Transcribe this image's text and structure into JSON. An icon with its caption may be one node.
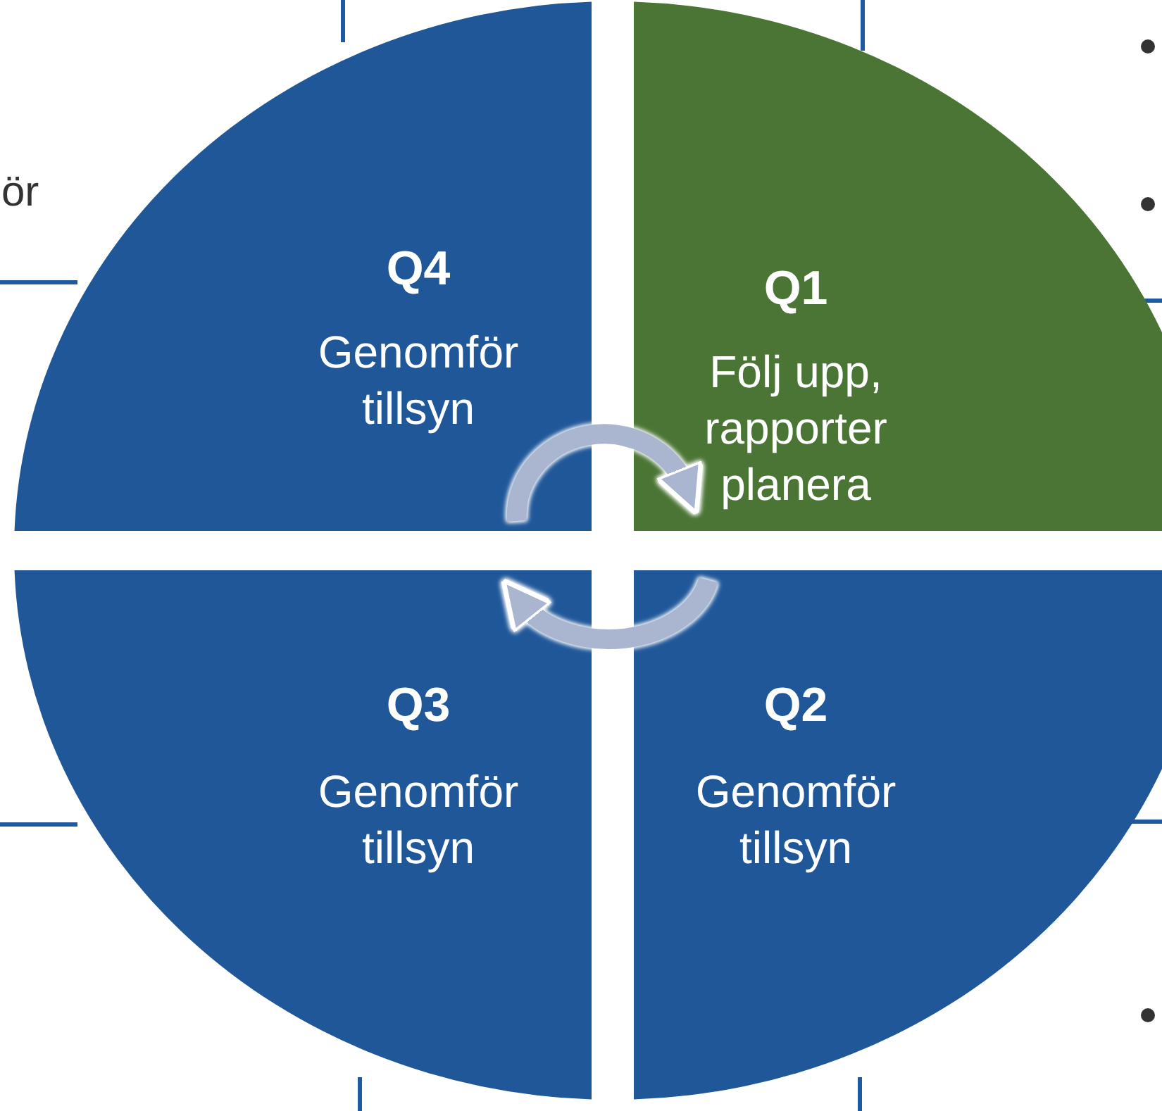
{
  "diagram": {
    "nodes": [
      {
        "text": [
          "Q4",
          "Genomför tillsyn"
        ]
      },
      {
        "text": [
          "Q1",
          "Följ upp, rapporter planera"
        ]
      },
      {
        "text": [
          "Q3",
          "Genomför tillsyn"
        ]
      },
      {
        "text": [
          "Q2",
          "Genomför tillsyn"
        ]
      }
    ],
    "edges": [
      {
        "from": 0,
        "to": 1,
        "arrow": "to"
      },
      {
        "from": 3,
        "to": 2,
        "arrow": "to"
      }
    ],
    "labels": [
      "ör"
    ]
  }
}
